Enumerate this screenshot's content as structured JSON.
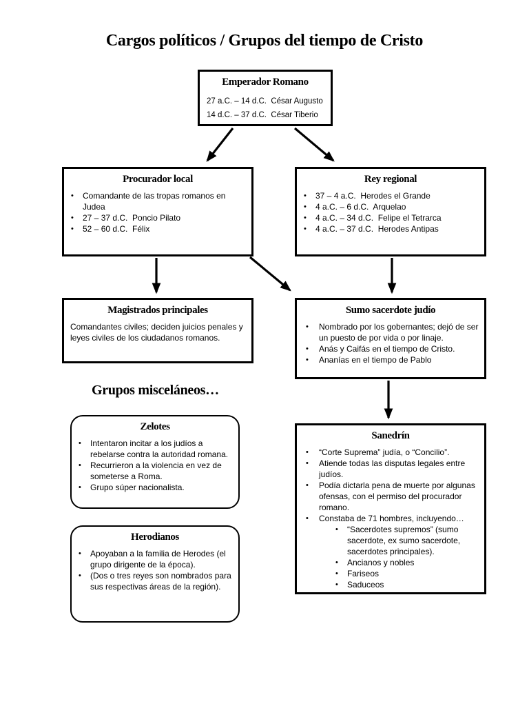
{
  "page": {
    "title": "Cargos políticos / Grupos del tiempo de Cristo",
    "misc_heading": "Grupos misceláneos…",
    "ink_color": "#000000",
    "background_color": "#ffffff"
  },
  "boxes": {
    "emperador": {
      "title": "Emperador Romano",
      "lines": [
        "27 a.C. – 14 d.C.  César Augusto",
        "14 d.C. – 37 d.C.  César Tiberio"
      ]
    },
    "procurador": {
      "title": "Procurador local",
      "bullets": [
        "Comandante de las tropas romanos en Judea",
        "27 – 37 d.C.  Poncio Pilato",
        "52 – 60 d.C.  Félix"
      ]
    },
    "rey": {
      "title": "Rey regional",
      "bullets": [
        "37 – 4 a.C.  Herodes el Grande",
        "4 a.C. – 6 d.C.  Arquelao",
        "4 a.C. – 34 d.C.  Felipe el Tetrarca",
        "4 a.C. – 37 d.C.  Herodes Antipas"
      ]
    },
    "magistrados": {
      "title": "Magistrados principales",
      "text": "Comandantes civiles; deciden juicios penales y leyes civiles de los ciudadanos romanos."
    },
    "sumo": {
      "title": "Sumo sacerdote judío",
      "bullets": [
        "Nombrado por los gobernantes; dejó de ser un puesto de por vida o por linaje.",
        "Anás y Caifás en el tiempo de Cristo.",
        "Ananías en el tiempo de Pablo"
      ]
    },
    "zelotes": {
      "title": "Zelotes",
      "bullets": [
        "Intentaron incitar a los judíos a rebelarse contra la autoridad romana.",
        "Recurrieron a la violencia en vez de someterse a Roma.",
        "Grupo súper nacionalista."
      ]
    },
    "herodianos": {
      "title": "Herodianos",
      "bullets": [
        "Apoyaban a la familia de Herodes (el grupo dirigente de la época).",
        "(Dos o tres reyes son nombrados para sus respectivas áreas de la región)."
      ]
    },
    "sanedrin": {
      "title": "Sanedrín",
      "bullets": [
        "“Corte Suprema” judía, o “Concilio”.",
        "Atiende todas las disputas legales entre judíos.",
        "Podía dictarla pena de muerte por algunas ofensas, con el permiso del procurador romano.",
        "Constaba de 71 hombres, incluyendo…"
      ],
      "sub_bullets": [
        "“Sacerdotes supremos” (sumo sacerdote, ex sumo sacerdote, sacerdotes principales).",
        "Ancianos y nobles",
        "Fariseos",
        "Saduceos"
      ]
    }
  },
  "connections": [
    {
      "from": "Emperador Romano",
      "to": "Procurador local"
    },
    {
      "from": "Emperador Romano",
      "to": "Rey regional"
    },
    {
      "from": "Procurador local",
      "to": "Magistrados principales"
    },
    {
      "from": "Procurador local",
      "to": "Sumo sacerdote judío"
    },
    {
      "from": "Rey regional",
      "to": "Sumo sacerdote judío"
    },
    {
      "from": "Sumo sacerdote judío",
      "to": "Sanedrín"
    }
  ]
}
